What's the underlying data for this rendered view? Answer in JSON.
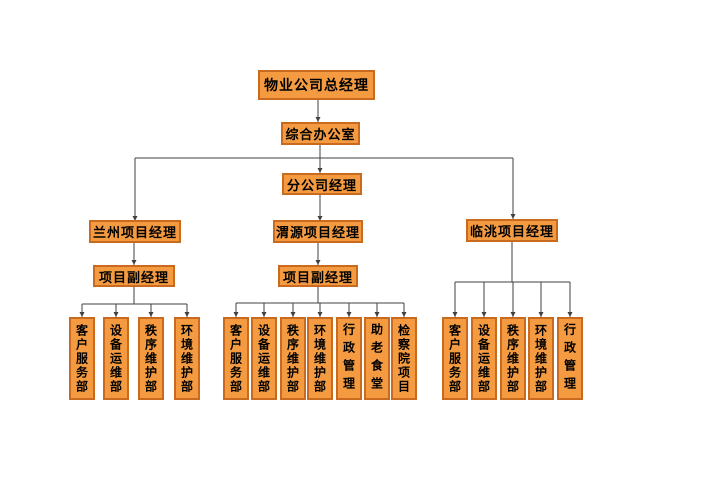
{
  "org": {
    "chart_type": "organization-chart",
    "root": {
      "label": "物业公司总经理"
    },
    "office": {
      "label": "综合办公室"
    },
    "branch_manager": {
      "label": "分公司经理"
    },
    "projects": {
      "lanzhou": {
        "label": "兰州项目经理"
      },
      "weiyuan": {
        "label": "渭源项目经理"
      },
      "lintao": {
        "label": "临洮项目经理"
      }
    },
    "deputies": {
      "lanzhou": {
        "label": "项目副经理"
      },
      "weiyuan": {
        "label": "项目副经理"
      }
    },
    "departments": {
      "lanzhou": [
        "客户服务部",
        "设备运维部",
        "秩序维护部",
        "环境维护部"
      ],
      "weiyuan": [
        "客户服务部",
        "设备运维部",
        "秩序维护部",
        "环境维护部",
        "行政管理",
        "助老食堂",
        "检察院项目"
      ],
      "lintao": [
        "客户服务部",
        "设备运维部",
        "秩序维护部",
        "环境维护部",
        "行政管理"
      ]
    },
    "colors": {
      "box_fill": "#F49B42",
      "box_border": "#C96A1E",
      "line": "#404040",
      "text": "#000000",
      "background": "#FFFFFF"
    }
  }
}
